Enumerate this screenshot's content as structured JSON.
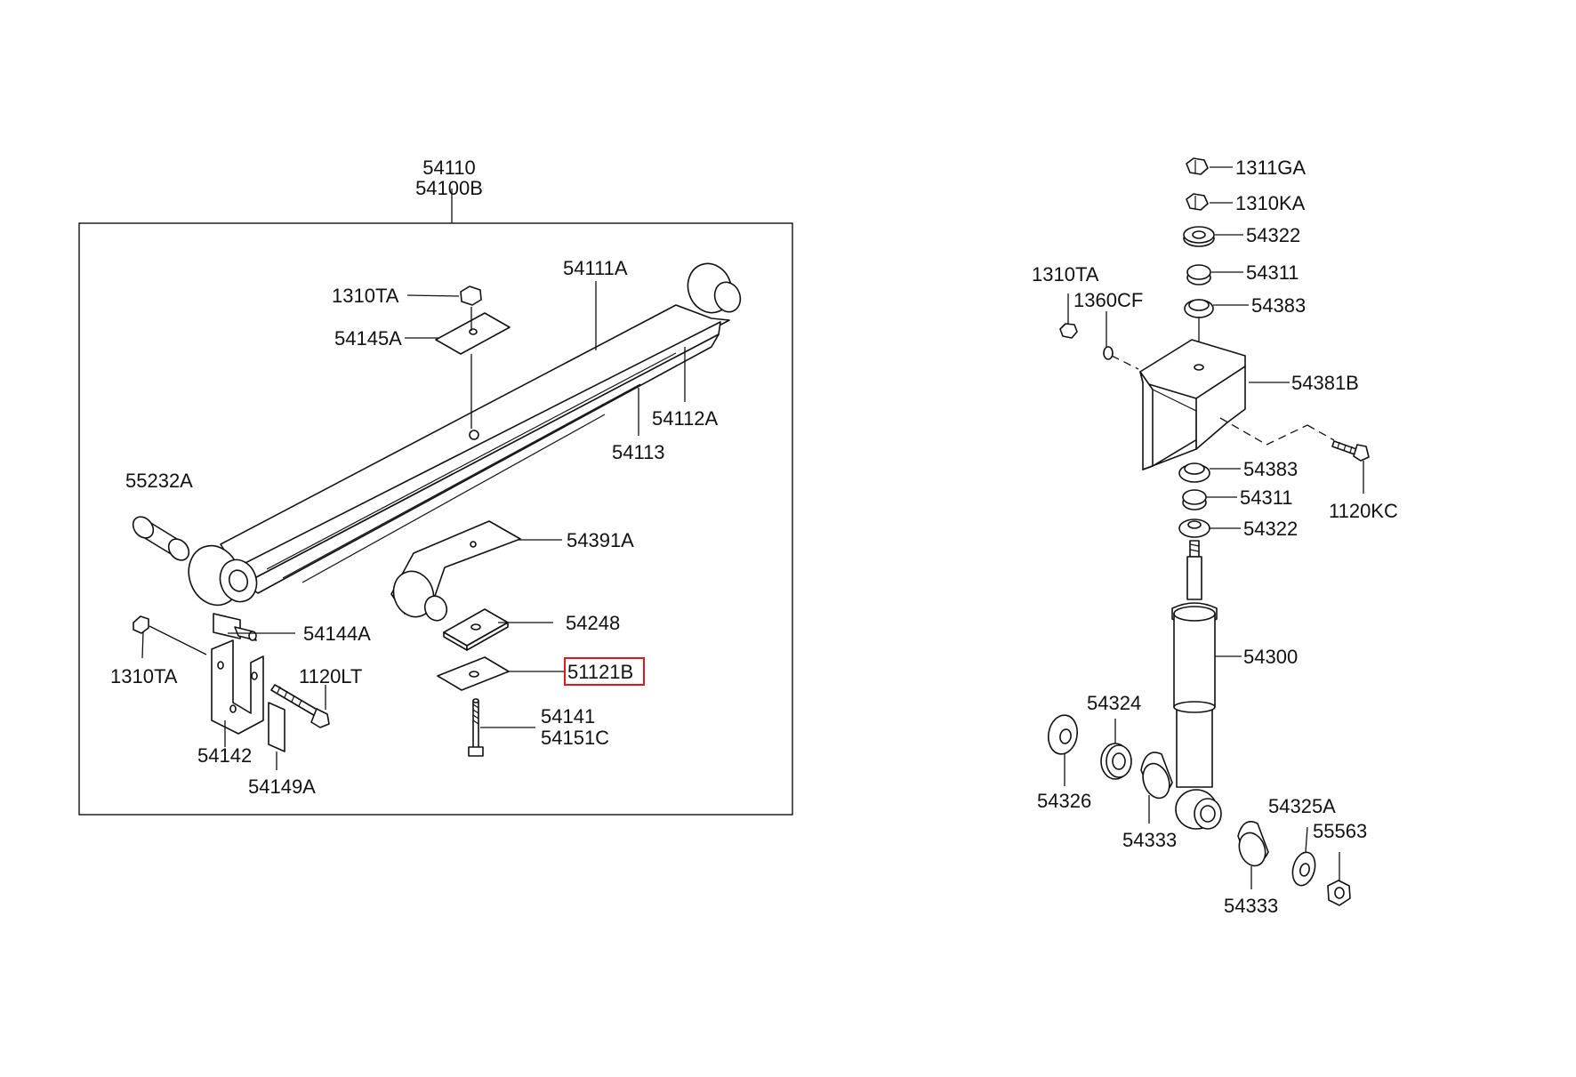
{
  "highlight_color": "#e0161a",
  "labels": {
    "l54110": "54110",
    "l54100B": "54100B",
    "l54111A": "54111A",
    "l1310TA_top": "1310TA",
    "l54145A": "54145A",
    "l54112A": "54112A",
    "l54113": "54113",
    "l55232A": "55232A",
    "l54391A": "54391A",
    "l54248": "54248",
    "l54144A": "54144A",
    "l1310TA_left": "1310TA",
    "l1120LT": "1120LT",
    "l51121B": "51121B",
    "l54141": "54141",
    "l54151C": "54151C",
    "l54142": "54142",
    "l54149A": "54149A",
    "l1311GA": "1311GA",
    "l1310KA": "1310KA",
    "l54322_top": "54322",
    "l54311_top": "54311",
    "l54383_top": "54383",
    "l1310TA_right": "1310TA",
    "l1360CF": "1360CF",
    "l54381B": "54381B",
    "l54383_bot": "54383",
    "l54311_bot": "54311",
    "l54322_bot": "54322",
    "l1120KC": "1120KC",
    "l54300": "54300",
    "l54324": "54324",
    "l54326": "54326",
    "l54333_a": "54333",
    "l54325A": "54325A",
    "l55563": "55563",
    "l54333_b": "54333"
  }
}
